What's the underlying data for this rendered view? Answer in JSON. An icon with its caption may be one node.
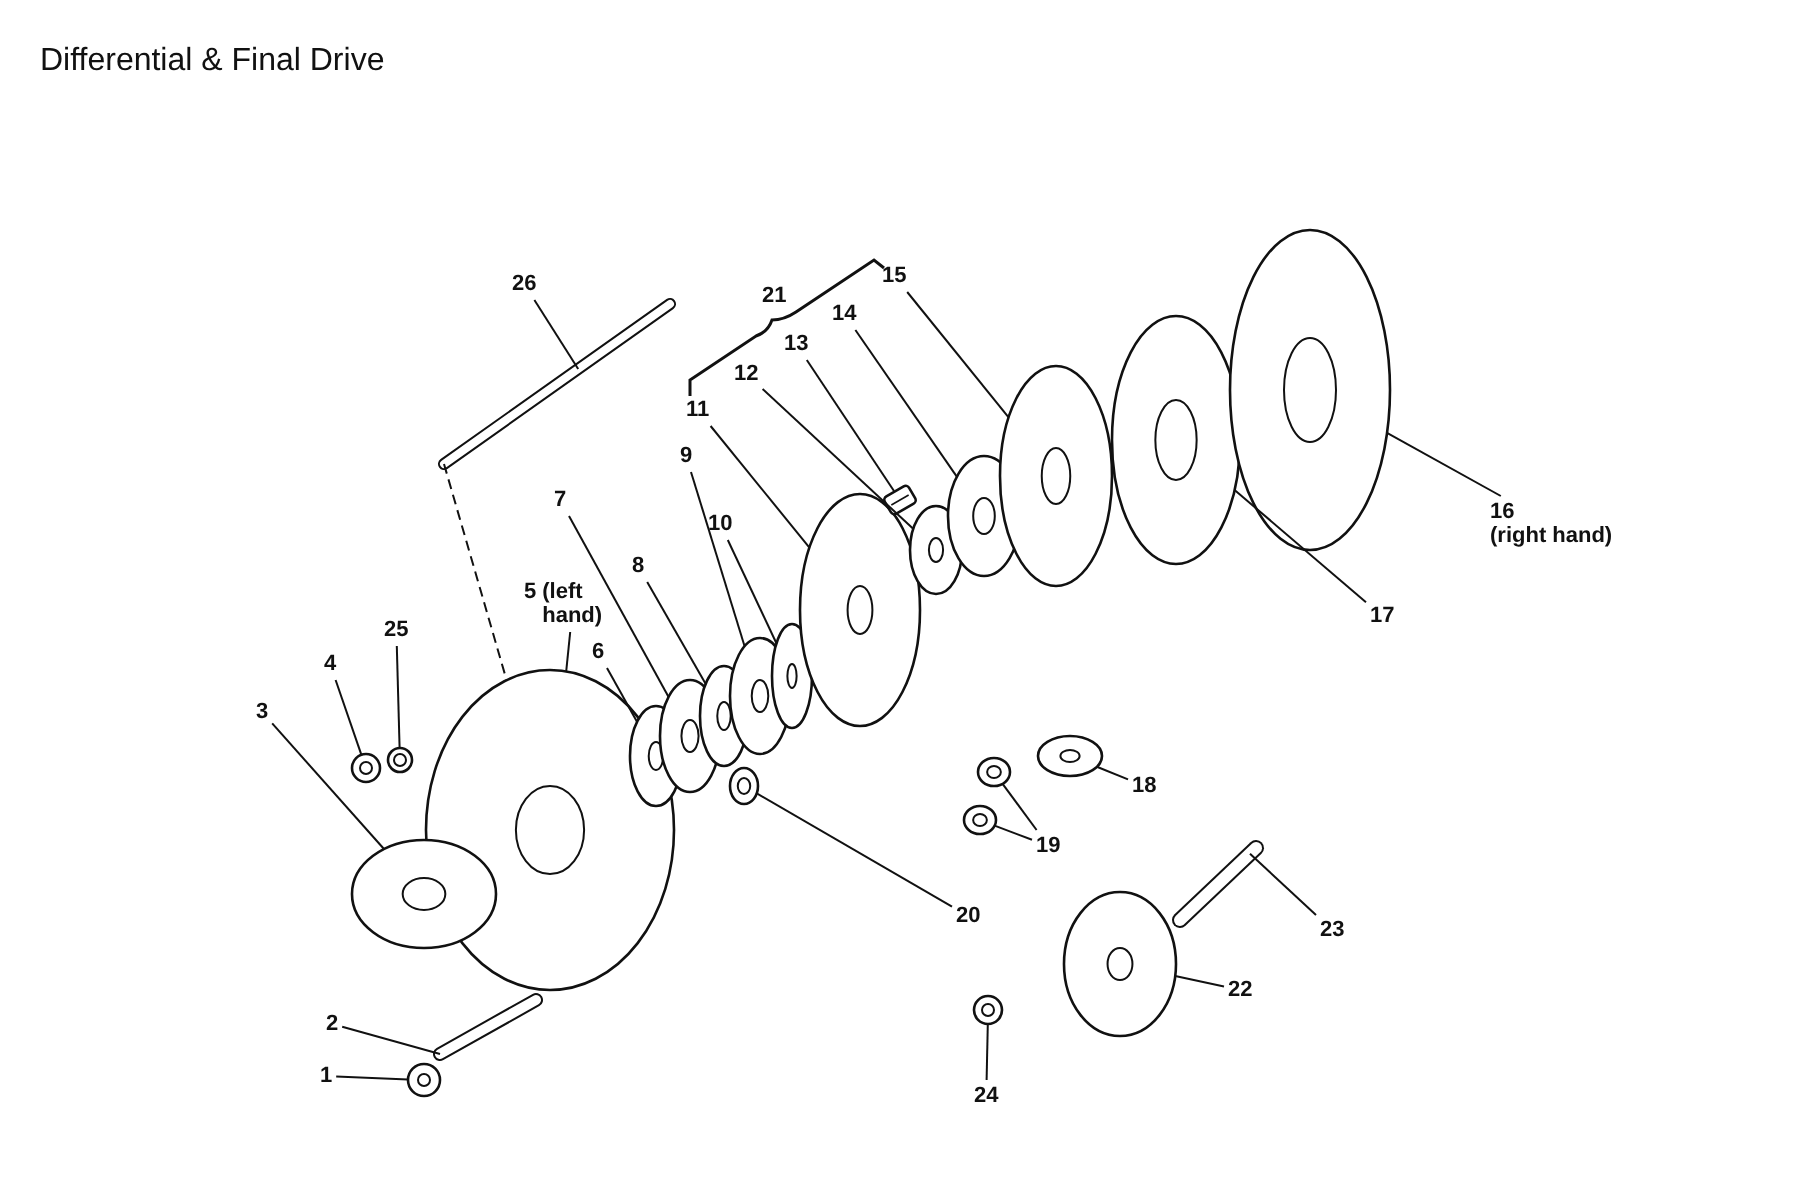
{
  "diagram": {
    "title": "Differential & Final Drive",
    "nodes": [
      {
        "text": [
          "1"
        ]
      },
      {
        "text": [
          "2"
        ]
      },
      {
        "text": [
          "3"
        ]
      },
      {
        "text": [
          "4"
        ]
      },
      {
        "text": [
          "5",
          "(left hand)"
        ]
      },
      {
        "text": [
          "6"
        ]
      },
      {
        "text": [
          "7"
        ]
      },
      {
        "text": [
          "8"
        ]
      },
      {
        "text": [
          "9"
        ]
      },
      {
        "text": [
          "10"
        ]
      },
      {
        "text": [
          "11"
        ]
      },
      {
        "text": [
          "12"
        ]
      },
      {
        "text": [
          "13"
        ]
      },
      {
        "text": [
          "14"
        ]
      },
      {
        "text": [
          "15"
        ]
      },
      {
        "text": [
          "16",
          "(right hand)"
        ]
      },
      {
        "text": [
          "17"
        ]
      },
      {
        "text": [
          "18"
        ]
      },
      {
        "text": [
          "19"
        ]
      },
      {
        "text": [
          "20"
        ]
      },
      {
        "text": [
          "22"
        ]
      },
      {
        "text": [
          "23"
        ]
      },
      {
        "text": [
          "24"
        ]
      },
      {
        "text": [
          "25"
        ]
      },
      {
        "text": [
          "26"
        ]
      },
      {
        "text": [],
        "shape": "picture"
      },
      {
        "text": [],
        "shape": "picture"
      },
      {
        "text": [],
        "shape": "picture"
      },
      {
        "text": [],
        "shape": "picture"
      },
      {
        "text": [],
        "shape": "picture"
      },
      {
        "text": [],
        "shape": "picture"
      },
      {
        "text": [],
        "shape": "picture"
      },
      {
        "text": [],
        "shape": "picture"
      },
      {
        "text": [],
        "shape": "picture"
      },
      {
        "text": [],
        "shape": "picture"
      },
      {
        "text": [],
        "shape": "picture"
      },
      {
        "text": [],
        "shape": "picture"
      },
      {
        "text": [],
        "shape": "picture"
      },
      {
        "text": [],
        "shape": "picture"
      },
      {
        "text": [],
        "shape": "picture"
      },
      {
        "text": [],
        "shape": "picture"
      },
      {
        "text": [],
        "shape": "picture"
      },
      {
        "text": [],
        "shape": "picture"
      },
      {
        "text": [],
        "shape": "picture"
      },
      {
        "text": [],
        "shape": "picture"
      },
      {
        "text": [],
        "shape": "picture"
      },
      {
        "text": [],
        "shape": "picture"
      },
      {
        "text": [],
        "shape": "picture"
      },
      {
        "text": [],
        "shape": "picture"
      },
      {
        "text": [],
        "shape": "picture"
      },
      {
        "text": [],
        "shape": "picture"
      }
    ],
    "edges": [
      {
        "from": 0,
        "to": 25,
        "arrow": "none"
      },
      {
        "from": 1,
        "to": 26,
        "arrow": "none"
      },
      {
        "from": 2,
        "to": 27,
        "arrow": "none"
      },
      {
        "from": 3,
        "to": 29,
        "arrow": "none"
      },
      {
        "from": 4,
        "to": 28,
        "arrow": "none"
      },
      {
        "from": 5,
        "to": 31,
        "arrow": "none"
      },
      {
        "from": 6,
        "to": 32,
        "arrow": "none"
      },
      {
        "from": 7,
        "to": 33,
        "arrow": "none"
      },
      {
        "from": 8,
        "to": 34,
        "arrow": "none"
      },
      {
        "from": 9,
        "to": 35,
        "arrow": "none"
      },
      {
        "from": 10,
        "to": 37,
        "arrow": "none"
      },
      {
        "from": 11,
        "to": 38,
        "arrow": "none"
      },
      {
        "from": 12,
        "to": 39,
        "arrow": "none"
      },
      {
        "from": 13,
        "to": 40,
        "arrow": "none"
      },
      {
        "from": 14,
        "to": 41,
        "arrow": "none"
      },
      {
        "from": 15,
        "to": 43,
        "arrow": "none"
      },
      {
        "from": 16,
        "to": 42,
        "arrow": "none"
      },
      {
        "from": 17,
        "to": 44,
        "arrow": "none"
      },
      {
        "from": 18,
        "to": 45,
        "arrow": "none"
      },
      {
        "from": 18,
        "to": 46,
        "arrow": "none"
      },
      {
        "from": 19,
        "to": 36,
        "arrow": "none"
      },
      {
        "from": 20,
        "to": 47,
        "arrow": "none"
      },
      {
        "from": 21,
        "to": 48,
        "arrow": "none"
      },
      {
        "from": 22,
        "to": 49,
        "arrow": "none"
      },
      {
        "from": 23,
        "to": 30,
        "arrow": "none"
      },
      {
        "from": 24,
        "to": 50,
        "arrow": "none"
      },
      {
        "from": 50,
        "to": 28,
        "arrow": "none",
        "style": "dashed"
      }
    ],
    "labels": [
      "21"
    ]
  }
}
